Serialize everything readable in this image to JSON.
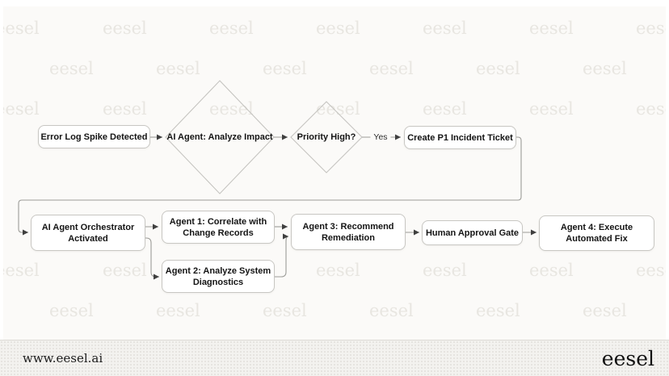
{
  "watermark": {
    "text": "eesel"
  },
  "flow": {
    "nodes": {
      "error_log_spike": {
        "label": "Error Log Spike Detected"
      },
      "analyze_impact": {
        "label": "AI Agent: Analyze Impact"
      },
      "priority_high": {
        "label": "Priority High?"
      },
      "create_p1_ticket": {
        "label": "Create P1 Incident Ticket"
      },
      "orchestrator": {
        "label": "AI Agent Orchestrator Activated"
      },
      "agent_1": {
        "label": "Agent 1: Correlate with Change Records"
      },
      "agent_2": {
        "label": "Agent 2: Analyze System Diagnostics"
      },
      "agent_3": {
        "label": "Agent 3: Recommend Remediation"
      },
      "human_approval": {
        "label": "Human Approval Gate"
      },
      "agent_4": {
        "label": "Agent 4: Execute Automated Fix"
      }
    },
    "edge_labels": {
      "priority_yes": "Yes"
    }
  },
  "footer": {
    "website": "www.eesel.ai",
    "brand": "eesel"
  },
  "colors": {
    "canvas_bg": "#FBFAF8",
    "node_border": "#C8C7C3",
    "connector": "#9C9C98",
    "arrowhead": "#3F3F3F",
    "watermark": "#E8E6E1",
    "footer_bg": "#F3F2EF",
    "text": "#141414"
  }
}
